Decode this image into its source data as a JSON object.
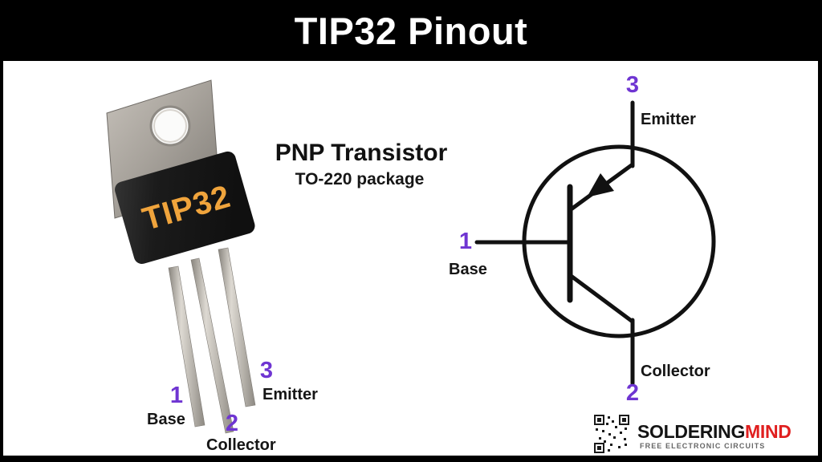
{
  "title": "TIP32 Pinout",
  "device": {
    "chip_label": "TIP32",
    "type_heading": "PNP Transistor",
    "package_subheading": "TO-220 package"
  },
  "pins": [
    {
      "number": "1",
      "name": "Base"
    },
    {
      "number": "2",
      "name": "Collector"
    },
    {
      "number": "3",
      "name": "Emitter"
    }
  ],
  "branding": {
    "brand_primary": "SOLDERING",
    "brand_accent": "MIND",
    "tagline": "FREE ELECTRONIC CIRCUITS"
  },
  "colors": {
    "pin_number_purple": "#6f35d2",
    "chip_marking_orange": "#f0a43c",
    "brand_accent_red": "#e01f1f",
    "title_bar_black": "#000000",
    "surface_white": "#ffffff"
  }
}
